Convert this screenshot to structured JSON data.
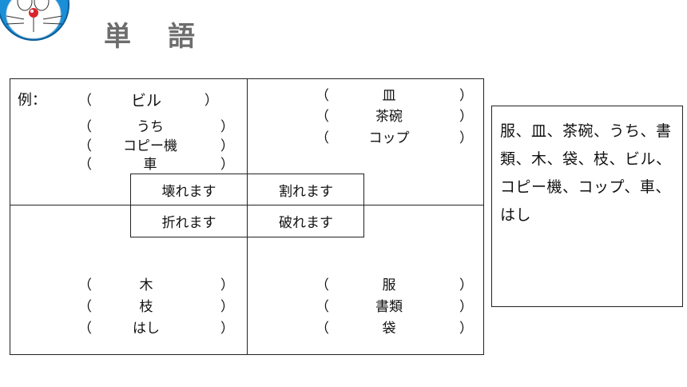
{
  "header": {
    "title": "単　語",
    "mascot_icon": "doraemon-face-icon"
  },
  "example": {
    "label": "例：",
    "paren_open": "（",
    "paren_close": "）"
  },
  "quadrants": {
    "top_left": [
      "ビル",
      "うち",
      "コピー機",
      "車"
    ],
    "top_right": [
      "皿",
      "茶碗",
      "コップ"
    ],
    "bottom_left": [
      "木",
      "枝",
      "はし"
    ],
    "bottom_right": [
      "服",
      "書類",
      "袋"
    ]
  },
  "verbs": {
    "top_left": "壊れます",
    "top_right": "割れます",
    "bottom_left": "折れます",
    "bottom_right": "破れます"
  },
  "word_bank": {
    "text": "服、皿、茶碗、うち、書類、木、袋、枝、ビル、コピー機、コップ、車、はし"
  },
  "colors": {
    "title": "#6d6d6d",
    "border": "#222222",
    "mascot_blue": "#1a8fd8",
    "mascot_nose": "#d9262c"
  }
}
